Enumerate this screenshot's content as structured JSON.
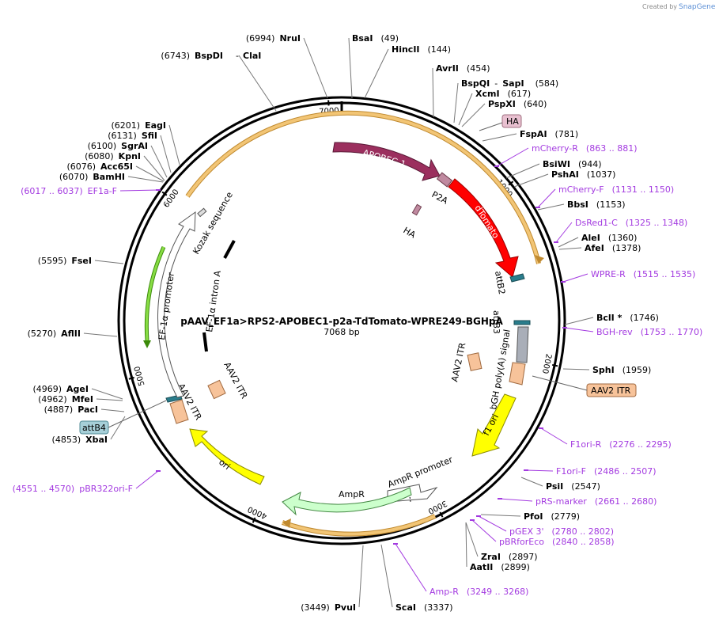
{
  "credit": {
    "prefix": "Created by",
    "brand": "SnapGene"
  },
  "plasmid": {
    "name": "pAAV_EF1a>RPS2-APOBEC1-p2a-TdTomato-WPRE249-BGHpA",
    "length_label": "7068 bp",
    "length": 7068
  },
  "ticks": [
    {
      "pos": 1000,
      "label": "1000"
    },
    {
      "pos": 2000,
      "label": "2000"
    },
    {
      "pos": 3000,
      "label": "3000"
    },
    {
      "pos": 4000,
      "label": "4000"
    },
    {
      "pos": 5000,
      "label": "5000"
    },
    {
      "pos": 6000,
      "label": "6000"
    },
    {
      "pos": 7000,
      "label": "7000"
    }
  ],
  "sites": [
    {
      "name": "NruI",
      "pos": "(6994)",
      "kind": "enzyme",
      "side": "left"
    },
    {
      "name": "BsaI",
      "pos": "(49)",
      "kind": "enzyme",
      "side": "right"
    },
    {
      "name": "HincII",
      "pos": "(144)",
      "kind": "enzyme",
      "side": "right"
    },
    {
      "name": "AvrII",
      "pos": "(454)",
      "kind": "enzyme",
      "side": "right"
    },
    {
      "name": "BspQI",
      "name2": "SapI",
      "pos": "(584)",
      "kind": "enzyme",
      "side": "right"
    },
    {
      "name": "XcmI",
      "pos": "(617)",
      "kind": "enzyme",
      "side": "right"
    },
    {
      "name": "PspXI",
      "pos": "(640)",
      "kind": "enzyme",
      "side": "right"
    },
    {
      "name": "FspAI",
      "pos": "(781)",
      "kind": "enzyme",
      "side": "right"
    },
    {
      "name": "mCherry-R",
      "pos": "(863 .. 881)",
      "kind": "primer",
      "side": "right"
    },
    {
      "name": "BsiWI",
      "pos": "(944)",
      "kind": "enzyme",
      "side": "right"
    },
    {
      "name": "PshAI",
      "pos": "(1037)",
      "kind": "enzyme",
      "side": "right"
    },
    {
      "name": "mCherry-F",
      "pos": "(1131 .. 1150)",
      "kind": "primer",
      "side": "right"
    },
    {
      "name": "BbsI",
      "pos": "(1153)",
      "kind": "enzyme",
      "side": "right"
    },
    {
      "name": "DsRed1-C",
      "pos": "(1325 .. 1348)",
      "kind": "primer",
      "side": "right"
    },
    {
      "name": "AleI",
      "pos": "(1360)",
      "kind": "enzyme",
      "side": "right"
    },
    {
      "name": "AfeI",
      "pos": "(1378)",
      "kind": "enzyme",
      "side": "right"
    },
    {
      "name": "WPRE-R",
      "pos": "(1515 .. 1535)",
      "kind": "primer",
      "side": "right"
    },
    {
      "name": "BclI *",
      "pos": "(1746)",
      "kind": "enzyme",
      "side": "right"
    },
    {
      "name": "BGH-rev",
      "pos": "(1753 .. 1770)",
      "kind": "primer",
      "side": "right"
    },
    {
      "name": "SphI",
      "pos": "(1959)",
      "kind": "enzyme",
      "side": "right"
    },
    {
      "name": "F1ori-R",
      "pos": "(2276 .. 2295)",
      "kind": "primer",
      "side": "right"
    },
    {
      "name": "F1ori-F",
      "pos": "(2486 .. 2507)",
      "kind": "primer",
      "side": "right"
    },
    {
      "name": "PsiI",
      "pos": "(2547)",
      "kind": "enzyme",
      "side": "right"
    },
    {
      "name": "pRS-marker",
      "pos": "(2661 .. 2680)",
      "kind": "primer",
      "side": "right"
    },
    {
      "name": "PfoI",
      "pos": "(2779)",
      "kind": "enzyme",
      "side": "right"
    },
    {
      "name": "pGEX 3'",
      "pos": "(2780 .. 2802)",
      "kind": "primer",
      "side": "right"
    },
    {
      "name": "pBRforEco",
      "pos": "(2840 .. 2858)",
      "kind": "primer",
      "side": "right"
    },
    {
      "name": "ZraI",
      "pos": "(2897)",
      "kind": "enzyme",
      "side": "right"
    },
    {
      "name": "AatII",
      "pos": "(2899)",
      "kind": "enzyme",
      "side": "right"
    },
    {
      "name": "Amp-R",
      "pos": "(3249 .. 3268)",
      "kind": "primer",
      "side": "right"
    },
    {
      "name": "ScaI",
      "pos": "(3337)",
      "kind": "enzyme",
      "side": "right"
    },
    {
      "name": "PvuI",
      "pos": "(3449)",
      "kind": "enzyme",
      "side": "left"
    },
    {
      "name": "pBR322ori-F",
      "pos": "(4551 .. 4570)",
      "kind": "primer",
      "side": "left"
    },
    {
      "name": "XbaI",
      "pos": "(4853)",
      "kind": "enzyme",
      "side": "left"
    },
    {
      "name": "PacI",
      "pos": "(4887)",
      "kind": "enzyme",
      "side": "left"
    },
    {
      "name": "MfeI",
      "pos": "(4962)",
      "kind": "enzyme",
      "side": "left"
    },
    {
      "name": "AgeI",
      "pos": "(4969)",
      "kind": "enzyme",
      "side": "left"
    },
    {
      "name": "AflII",
      "pos": "(5270)",
      "kind": "enzyme",
      "side": "left"
    },
    {
      "name": "FseI",
      "pos": "(5595)",
      "kind": "enzyme",
      "side": "left"
    },
    {
      "name": "EF1a-F",
      "pos": "(6017 .. 6037)",
      "kind": "primer",
      "side": "left"
    },
    {
      "name": "BamHI",
      "pos": "(6070)",
      "kind": "enzyme",
      "side": "left"
    },
    {
      "name": "Acc65I",
      "pos": "(6076)",
      "kind": "enzyme",
      "side": "left"
    },
    {
      "name": "KpnI",
      "pos": "(6080)",
      "kind": "enzyme",
      "side": "left"
    },
    {
      "name": "SgrAI",
      "pos": "(6100)",
      "kind": "enzyme",
      "side": "left"
    },
    {
      "name": "SfiI",
      "pos": "(6131)",
      "kind": "enzyme",
      "side": "left"
    },
    {
      "name": "EagI",
      "pos": "(6201)",
      "kind": "enzyme",
      "side": "left"
    },
    {
      "name": "BspDI",
      "name2": "ClaI",
      "pos": "(6743)",
      "kind": "enzyme",
      "side": "left"
    }
  ],
  "features": [
    {
      "name": "APOBEC-1",
      "color": "#9b2f5e",
      "text_color": "#ffffff"
    },
    {
      "name": "dTomato",
      "color": "#ff0000",
      "text_color": "#ffffff"
    },
    {
      "name": "P2A",
      "color": "#c08aa0"
    },
    {
      "name": "HA",
      "color": "#c08aa0"
    },
    {
      "name": "attB2",
      "color": "#2a7d8c"
    },
    {
      "name": "attB3",
      "color": "#2a7d8c"
    },
    {
      "name": "bGH poly(A) signal",
      "color": "#a9aeb8"
    },
    {
      "name": "AAV2 ITR",
      "color": "#f7c39a"
    },
    {
      "name": "f1 ori",
      "color": "#ffff00"
    },
    {
      "name": "AmpR promoter",
      "color": "#ffffff"
    },
    {
      "name": "AmpR",
      "color": "#ccffcc"
    },
    {
      "name": "ori",
      "color": "#ffff00"
    },
    {
      "name": "attB4",
      "color": "#2a7d8c"
    },
    {
      "name": "EF-1α promoter",
      "color": "#ffffff"
    },
    {
      "name": "EF-1α intron A",
      "color": "#000000"
    },
    {
      "name": "Kozak sequence",
      "color": "#000000"
    }
  ],
  "boxed_labels": {
    "ha_box": {
      "text": "HA",
      "color": "#e8c0d0"
    },
    "aav2itr_box": {
      "text": "AAV2 ITR",
      "color": "#f7c39a"
    },
    "attb4_box": {
      "text": "attB4",
      "color": "#a6cfd8"
    }
  },
  "colors": {
    "backbone": "#000000",
    "orange_arc": "#f2c575",
    "green_arc": "#55bb11",
    "primer": "#a33ae0",
    "enzyme": "#000000"
  }
}
